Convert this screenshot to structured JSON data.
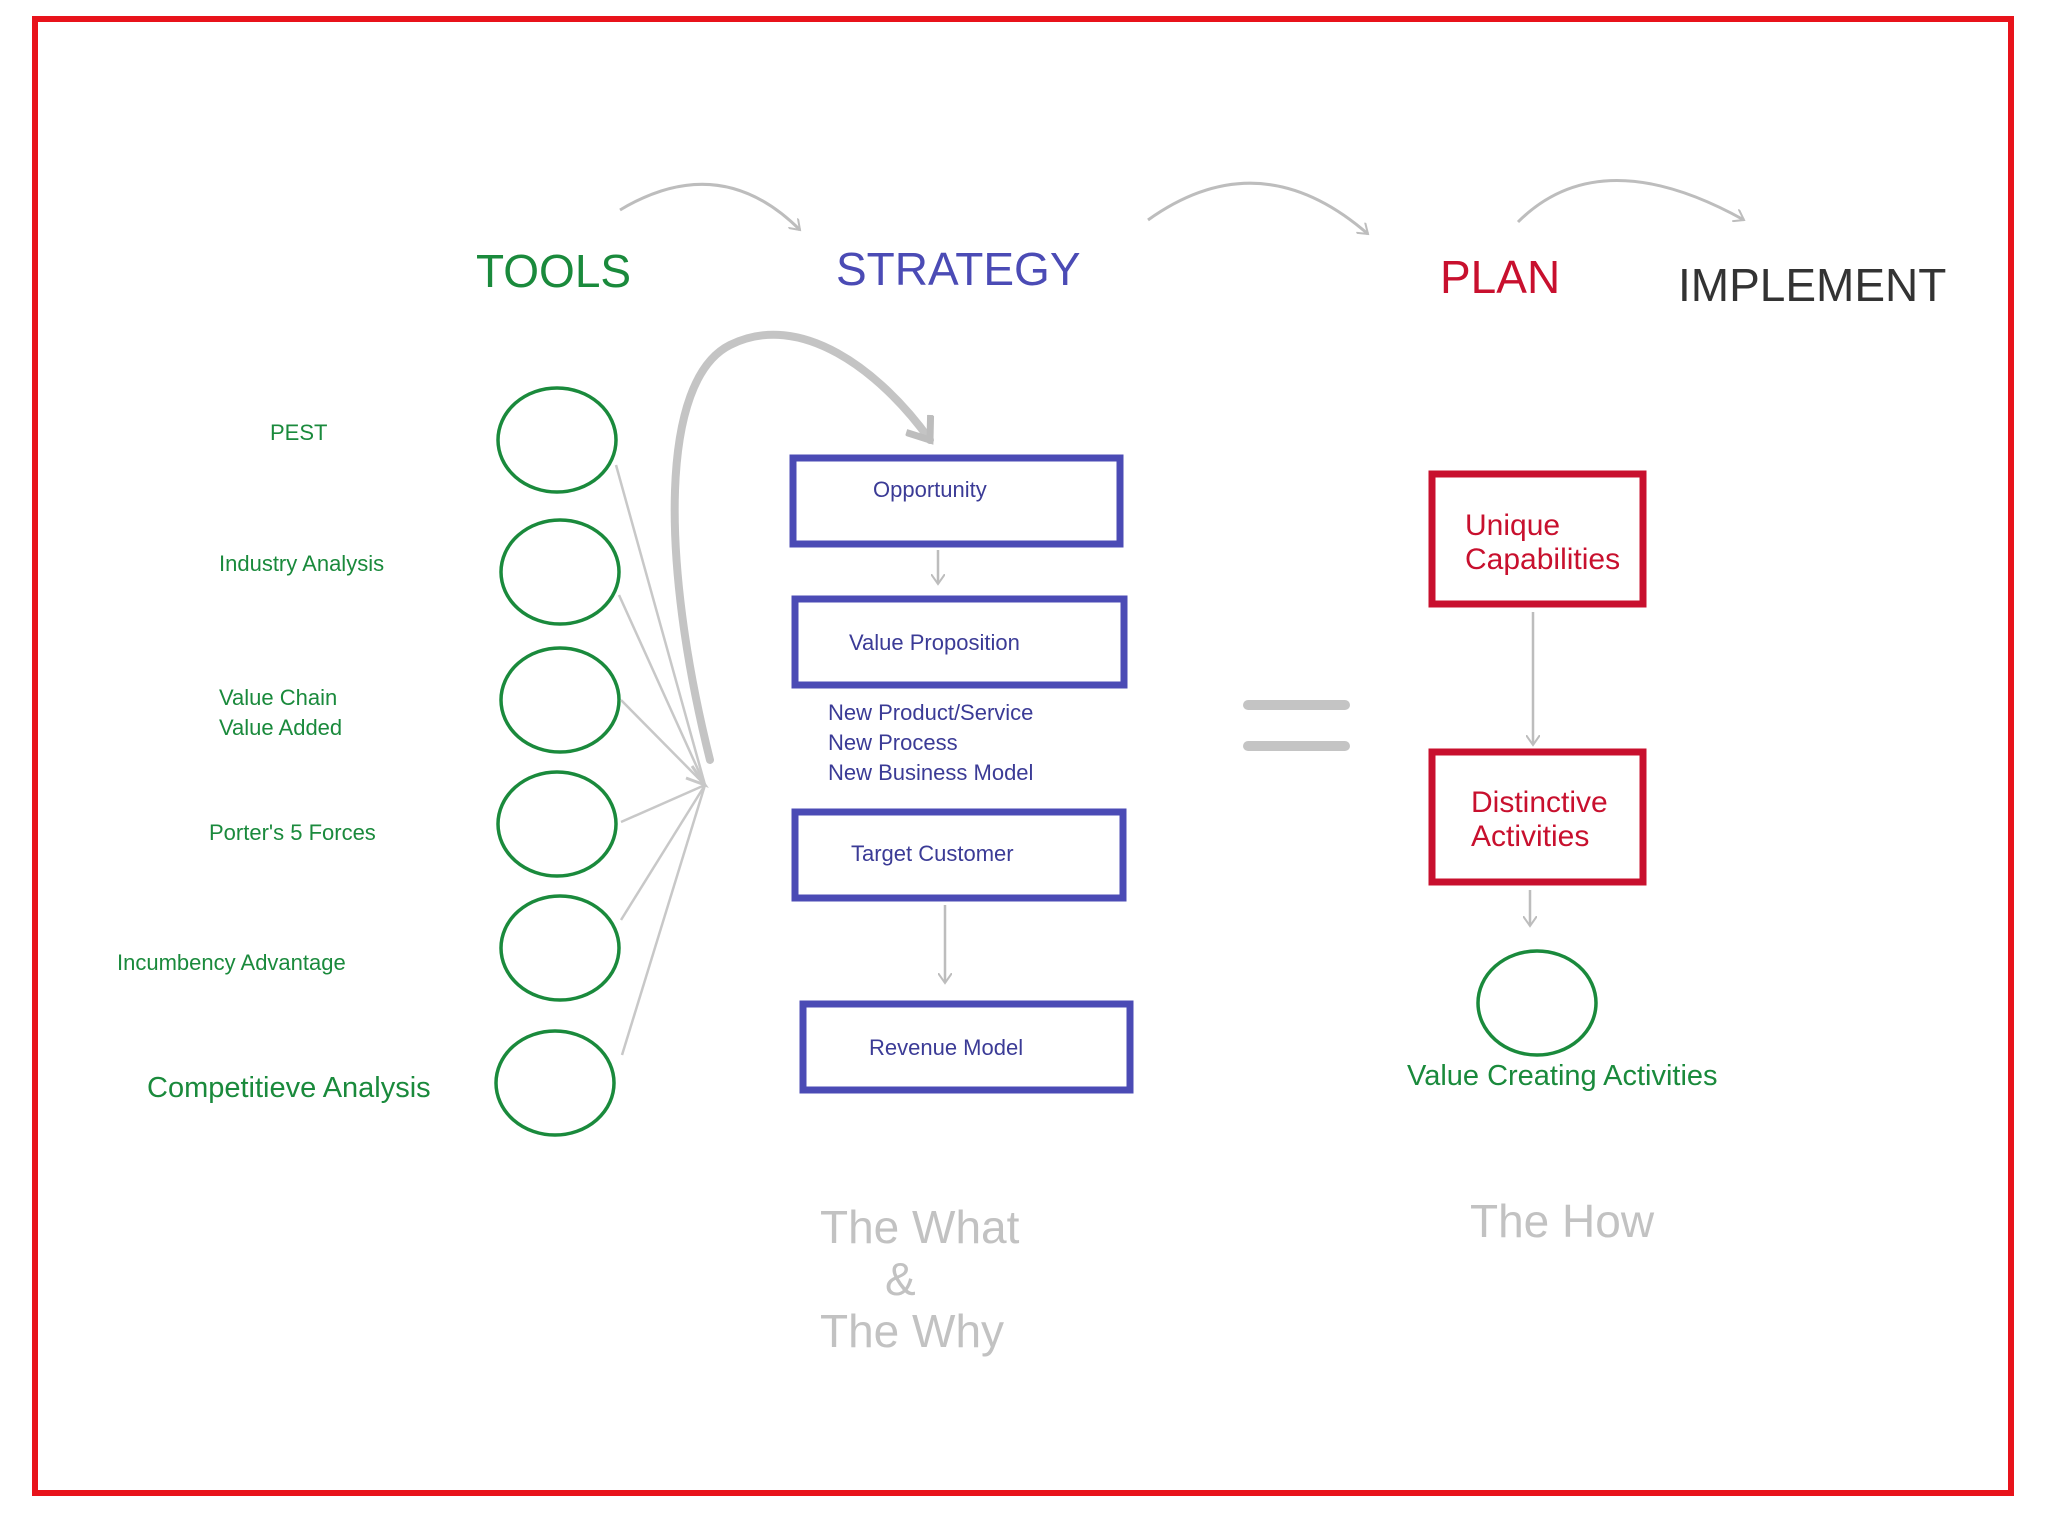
{
  "colors": {
    "frame": "#e8131b",
    "tools": "#1a8a3c",
    "strategy": "#4b4bb5",
    "plan": "#c8102e",
    "implement": "#333333",
    "box_text": "#3b3b96",
    "grey_arrow": "#bdbdbd",
    "grey_text": "#c2c2c2"
  },
  "headers": {
    "tools": "TOOLS",
    "strategy": "STRATEGY",
    "plan": "PLAN",
    "implement": "IMPLEMENT"
  },
  "tools": [
    {
      "label": "PEST"
    },
    {
      "label": "Industry Analysis"
    },
    {
      "label": "Value Chain",
      "label2": "Value Added"
    },
    {
      "label": "Porter's 5 Forces"
    },
    {
      "label": "Incumbency Advantage"
    },
    {
      "label": "Competitieve Analysis"
    }
  ],
  "strategy": {
    "opportunity": "Opportunity",
    "value_proposition": "Value Proposition",
    "vp_details": [
      "New Product/Service",
      "New Process",
      "New Business Model"
    ],
    "target_customer": "Target Customer",
    "revenue_model": "Revenue Model",
    "caption_line1": "The What",
    "caption_line2": "&",
    "caption_line3": "The Why"
  },
  "plan": {
    "unique_line1": "Unique",
    "unique_line2": "Capabilities",
    "distinctive_line1": "Distinctive",
    "distinctive_line2": "Activities",
    "value_creating": "Value Creating Activities",
    "caption": "The How"
  },
  "icons": {
    "equals": "equals-icon",
    "flow_arrow": "curved-arrow-icon"
  }
}
